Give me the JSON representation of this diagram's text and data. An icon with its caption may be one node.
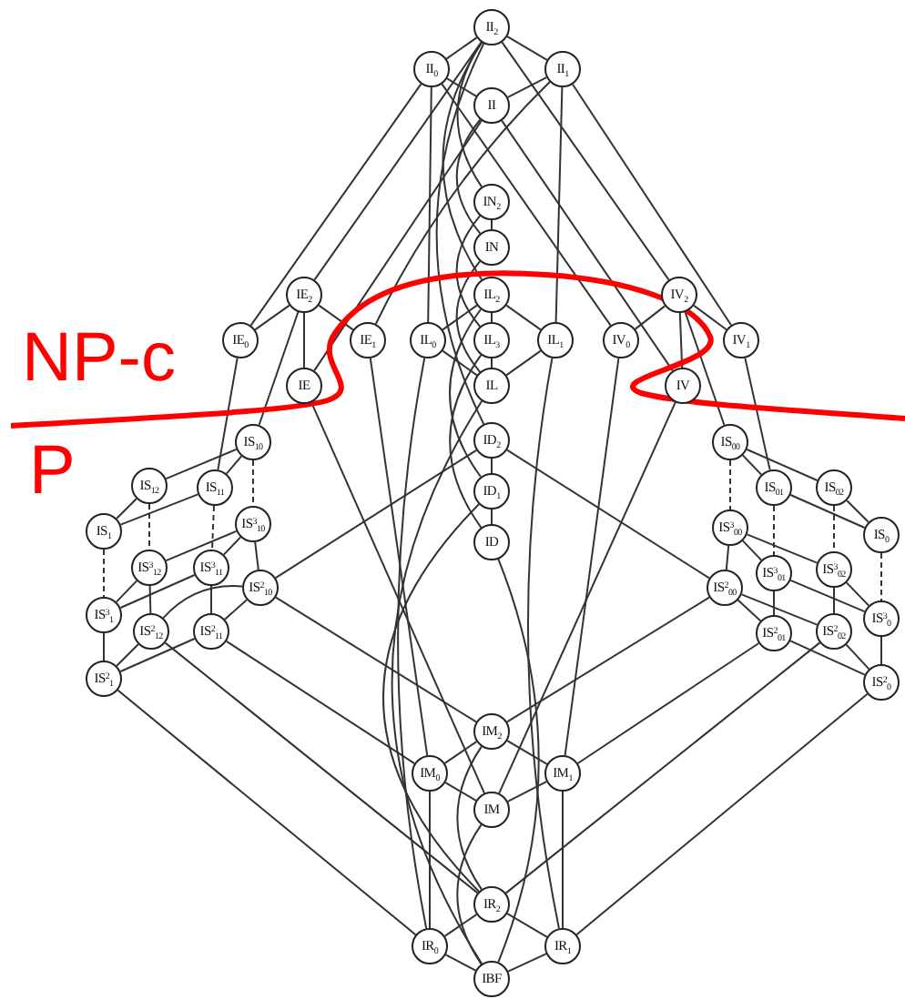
{
  "diagram": {
    "nodes": [
      {
        "text": [
          "II$_{2}$"
        ]
      },
      {
        "text": [
          "II$_{0}$"
        ]
      },
      {
        "text": [
          "II$_{1}$"
        ]
      },
      {
        "text": [
          "II"
        ]
      },
      {
        "text": [
          "IN$_{2}$"
        ]
      },
      {
        "text": [
          "IN"
        ]
      },
      {
        "text": [
          "IE$_{2}$"
        ]
      },
      {
        "text": [
          "IL$_{2}$"
        ]
      },
      {
        "text": [
          "IV$_{2}$"
        ]
      },
      {
        "text": [
          "IE$_{0}$"
        ]
      },
      {
        "text": [
          "IE$_{1}$"
        ]
      },
      {
        "text": [
          "IL$_{0}$"
        ]
      },
      {
        "text": [
          "IL$_{3}$"
        ]
      },
      {
        "text": [
          "IL$_{1}$"
        ]
      },
      {
        "text": [
          "IV$_{0}$"
        ]
      },
      {
        "text": [
          "IV$_{1}$"
        ]
      },
      {
        "text": [
          "IE"
        ]
      },
      {
        "text": [
          "IL"
        ]
      },
      {
        "text": [
          "IV"
        ]
      },
      {
        "text": [
          "IS$_{10}$"
        ]
      },
      {
        "text": [
          "ID$_{2}$"
        ]
      },
      {
        "text": [
          "IS$_{00}$"
        ]
      },
      {
        "text": [
          "IS$_{12}$"
        ]
      },
      {
        "text": [
          "IS$_{11}$"
        ]
      },
      {
        "text": [
          "IS$_{01}$"
        ]
      },
      {
        "text": [
          "IS$_{02}$"
        ]
      },
      {
        "text": [
          "ID$_{1}$"
        ]
      },
      {
        "text": [
          "IS$_{1}$"
        ]
      },
      {
        "text": [
          "IS$^{3}$$_{10}$"
        ]
      },
      {
        "text": [
          "IS$^{3}$$_{00}$"
        ]
      },
      {
        "text": [
          "IS$_{0}$"
        ]
      },
      {
        "text": [
          "ID"
        ]
      },
      {
        "text": [
          "IS$^{3}$$_{12}$"
        ]
      },
      {
        "text": [
          "IS$^{3}$$_{11}$"
        ]
      },
      {
        "text": [
          "IS$^{3}$$_{01}$"
        ]
      },
      {
        "text": [
          "IS$^{3}$$_{02}$"
        ]
      },
      {
        "text": [
          "IS$^{2}$$_{10}$"
        ]
      },
      {
        "text": [
          "IS$^{2}$$_{00}$"
        ]
      },
      {
        "text": [
          "IS$^{3}$$_{1}$"
        ]
      },
      {
        "text": [
          "IS$^{3}$$_{0}$"
        ]
      },
      {
        "text": [
          "IS$^{2}$$_{12}$"
        ]
      },
      {
        "text": [
          "IS$^{2}$$_{11}$"
        ]
      },
      {
        "text": [
          "IS$^{2}$$_{01}$"
        ]
      },
      {
        "text": [
          "IS$^{2}$$_{02}$"
        ]
      },
      {
        "text": [
          "IS$^{2}$$_{1}$"
        ]
      },
      {
        "text": [
          "IS$^{2}$$_{0}$"
        ]
      },
      {
        "text": [
          "IM$_{2}$"
        ]
      },
      {
        "text": [
          "IM$_{0}$"
        ]
      },
      {
        "text": [
          "IM$_{1}$"
        ]
      },
      {
        "text": [
          "IM"
        ]
      },
      {
        "text": [
          "IR$_{2}$"
        ]
      },
      {
        "text": [
          "IR$_{0}$"
        ]
      },
      {
        "text": [
          "IR$_{1}$"
        ]
      },
      {
        "text": [
          "IBF"
        ]
      }
    ],
    "edges": [
      {
        "from": 0,
        "to": 1,
        "arrow": "none"
      },
      {
        "from": 0,
        "to": 2,
        "arrow": "none"
      },
      {
        "from": 0,
        "to": 4,
        "arrow": "none"
      },
      {
        "from": 0,
        "to": 7,
        "arrow": "none"
      },
      {
        "from": 0,
        "to": 6,
        "arrow": "none"
      },
      {
        "from": 0,
        "to": 8,
        "arrow": "none"
      },
      {
        "from": 0,
        "to": 20,
        "arrow": "none"
      },
      {
        "from": 1,
        "to": 3,
        "arrow": "none"
      },
      {
        "from": 1,
        "to": 9,
        "arrow": "none"
      },
      {
        "from": 1,
        "to": 14,
        "arrow": "none"
      },
      {
        "from": 1,
        "to": 11,
        "arrow": "none"
      },
      {
        "from": 2,
        "to": 3,
        "arrow": "none"
      },
      {
        "from": 2,
        "to": 10,
        "arrow": "none"
      },
      {
        "from": 2,
        "to": 15,
        "arrow": "none"
      },
      {
        "from": 2,
        "to": 13,
        "arrow": "none"
      },
      {
        "from": 3,
        "to": 5,
        "arrow": "none"
      },
      {
        "from": 3,
        "to": 16,
        "arrow": "none"
      },
      {
        "from": 3,
        "to": 18,
        "arrow": "none"
      },
      {
        "from": 4,
        "to": 5,
        "arrow": "none"
      },
      {
        "from": 4,
        "to": 12,
        "arrow": "none"
      },
      {
        "from": 5,
        "to": 17,
        "arrow": "none"
      },
      {
        "from": 7,
        "to": 11,
        "arrow": "none"
      },
      {
        "from": 7,
        "to": 13,
        "arrow": "none"
      },
      {
        "from": 7,
        "to": 12,
        "arrow": "none"
      },
      {
        "from": 7,
        "to": 26,
        "arrow": "none"
      },
      {
        "from": 11,
        "to": 17,
        "arrow": "none"
      },
      {
        "from": 13,
        "to": 17,
        "arrow": "none"
      },
      {
        "from": 12,
        "to": 17,
        "arrow": "none"
      },
      {
        "from": 12,
        "to": 31,
        "arrow": "none"
      },
      {
        "from": 11,
        "to": 51,
        "arrow": "none"
      },
      {
        "from": 13,
        "to": 52,
        "arrow": "none"
      },
      {
        "from": 17,
        "to": 53,
        "arrow": "none"
      },
      {
        "from": 6,
        "to": 9,
        "arrow": "none"
      },
      {
        "from": 6,
        "to": 10,
        "arrow": "none"
      },
      {
        "from": 6,
        "to": 16,
        "arrow": "none"
      },
      {
        "from": 6,
        "to": 19,
        "arrow": "none"
      },
      {
        "from": 8,
        "to": 14,
        "arrow": "none"
      },
      {
        "from": 8,
        "to": 15,
        "arrow": "none"
      },
      {
        "from": 8,
        "to": 18,
        "arrow": "none"
      },
      {
        "from": 8,
        "to": 21,
        "arrow": "none"
      },
      {
        "from": 9,
        "to": 23,
        "arrow": "none"
      },
      {
        "from": 10,
        "to": 47,
        "arrow": "none"
      },
      {
        "from": 14,
        "to": 48,
        "arrow": "none"
      },
      {
        "from": 15,
        "to": 24,
        "arrow": "none"
      },
      {
        "from": 16,
        "to": 49,
        "arrow": "none"
      },
      {
        "from": 18,
        "to": 49,
        "arrow": "none"
      },
      {
        "from": 20,
        "to": 26,
        "arrow": "none"
      },
      {
        "from": 26,
        "to": 31,
        "arrow": "none"
      },
      {
        "from": 31,
        "to": 53,
        "arrow": "none"
      },
      {
        "from": 20,
        "to": 36,
        "arrow": "none"
      },
      {
        "from": 20,
        "to": 37,
        "arrow": "none"
      },
      {
        "from": 26,
        "to": 50,
        "arrow": "none"
      },
      {
        "from": 19,
        "to": 22,
        "arrow": "none"
      },
      {
        "from": 19,
        "to": 23,
        "arrow": "none"
      },
      {
        "from": 22,
        "to": 27,
        "arrow": "none"
      },
      {
        "from": 23,
        "to": 27,
        "arrow": "none"
      },
      {
        "from": 28,
        "to": 32,
        "arrow": "none"
      },
      {
        "from": 28,
        "to": 33,
        "arrow": "none"
      },
      {
        "from": 32,
        "to": 38,
        "arrow": "none"
      },
      {
        "from": 33,
        "to": 38,
        "arrow": "none"
      },
      {
        "from": 36,
        "to": 40,
        "arrow": "none"
      },
      {
        "from": 36,
        "to": 41,
        "arrow": "none"
      },
      {
        "from": 40,
        "to": 44,
        "arrow": "none"
      },
      {
        "from": 41,
        "to": 44,
        "arrow": "none"
      },
      {
        "from": 19,
        "to": 28,
        "arrow": "none",
        "style": "dashed"
      },
      {
        "from": 28,
        "to": 36,
        "arrow": "none"
      },
      {
        "from": 22,
        "to": 32,
        "arrow": "none",
        "style": "dashed"
      },
      {
        "from": 32,
        "to": 40,
        "arrow": "none"
      },
      {
        "from": 23,
        "to": 33,
        "arrow": "none",
        "style": "dashed"
      },
      {
        "from": 33,
        "to": 41,
        "arrow": "none"
      },
      {
        "from": 27,
        "to": 38,
        "arrow": "none",
        "style": "dashed"
      },
      {
        "from": 38,
        "to": 44,
        "arrow": "none"
      },
      {
        "from": 21,
        "to": 24,
        "arrow": "none"
      },
      {
        "from": 21,
        "to": 25,
        "arrow": "none"
      },
      {
        "from": 24,
        "to": 30,
        "arrow": "none"
      },
      {
        "from": 25,
        "to": 30,
        "arrow": "none"
      },
      {
        "from": 29,
        "to": 34,
        "arrow": "none"
      },
      {
        "from": 29,
        "to": 35,
        "arrow": "none"
      },
      {
        "from": 34,
        "to": 39,
        "arrow": "none"
      },
      {
        "from": 35,
        "to": 39,
        "arrow": "none"
      },
      {
        "from": 37,
        "to": 42,
        "arrow": "none"
      },
      {
        "from": 37,
        "to": 43,
        "arrow": "none"
      },
      {
        "from": 42,
        "to": 45,
        "arrow": "none"
      },
      {
        "from": 43,
        "to": 45,
        "arrow": "none"
      },
      {
        "from": 21,
        "to": 29,
        "arrow": "none",
        "style": "dashed"
      },
      {
        "from": 29,
        "to": 37,
        "arrow": "none"
      },
      {
        "from": 24,
        "to": 34,
        "arrow": "none",
        "style": "dashed"
      },
      {
        "from": 34,
        "to": 42,
        "arrow": "none"
      },
      {
        "from": 25,
        "to": 35,
        "arrow": "none",
        "style": "dashed"
      },
      {
        "from": 35,
        "to": 43,
        "arrow": "none"
      },
      {
        "from": 30,
        "to": 39,
        "arrow": "none",
        "style": "dashed"
      },
      {
        "from": 39,
        "to": 45,
        "arrow": "none"
      },
      {
        "from": 36,
        "to": 46,
        "arrow": "none"
      },
      {
        "from": 37,
        "to": 46,
        "arrow": "none"
      },
      {
        "from": 41,
        "to": 47,
        "arrow": "none"
      },
      {
        "from": 42,
        "to": 48,
        "arrow": "none"
      },
      {
        "from": 40,
        "to": 50,
        "arrow": "none"
      },
      {
        "from": 43,
        "to": 50,
        "arrow": "none"
      },
      {
        "from": 44,
        "to": 51,
        "arrow": "none"
      },
      {
        "from": 45,
        "to": 52,
        "arrow": "none"
      },
      {
        "from": 46,
        "to": 47,
        "arrow": "none"
      },
      {
        "from": 46,
        "to": 48,
        "arrow": "none"
      },
      {
        "from": 47,
        "to": 49,
        "arrow": "none"
      },
      {
        "from": 48,
        "to": 49,
        "arrow": "none"
      },
      {
        "from": 46,
        "to": 50,
        "arrow": "none"
      },
      {
        "from": 47,
        "to": 51,
        "arrow": "none"
      },
      {
        "from": 48,
        "to": 52,
        "arrow": "none"
      },
      {
        "from": 49,
        "to": 53,
        "arrow": "none"
      },
      {
        "from": 50,
        "to": 51,
        "arrow": "none"
      },
      {
        "from": 50,
        "to": 52,
        "arrow": "none"
      },
      {
        "from": 51,
        "to": 53,
        "arrow": "none"
      },
      {
        "from": 52,
        "to": 53,
        "arrow": "none"
      }
    ],
    "labels": [
      "NP-c",
      "P"
    ]
  }
}
